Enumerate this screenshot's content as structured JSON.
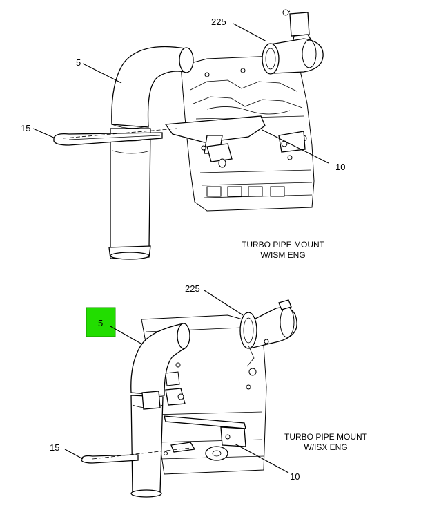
{
  "views": [
    {
      "caption_line1": "TURBO PIPE MOUNT",
      "caption_line2": "W/ISM ENG",
      "callouts": {
        "c225": "225",
        "c5": "5",
        "c15": "15",
        "c10": "10"
      }
    },
    {
      "caption_line1": "TURBO PIPE MOUNT",
      "caption_line2": "W/ISX ENG",
      "callouts": {
        "c225": "225",
        "c5": "5",
        "c15": "15",
        "c10": "10"
      }
    }
  ],
  "highlight": {
    "callout": "5",
    "color": "#22dd00"
  }
}
